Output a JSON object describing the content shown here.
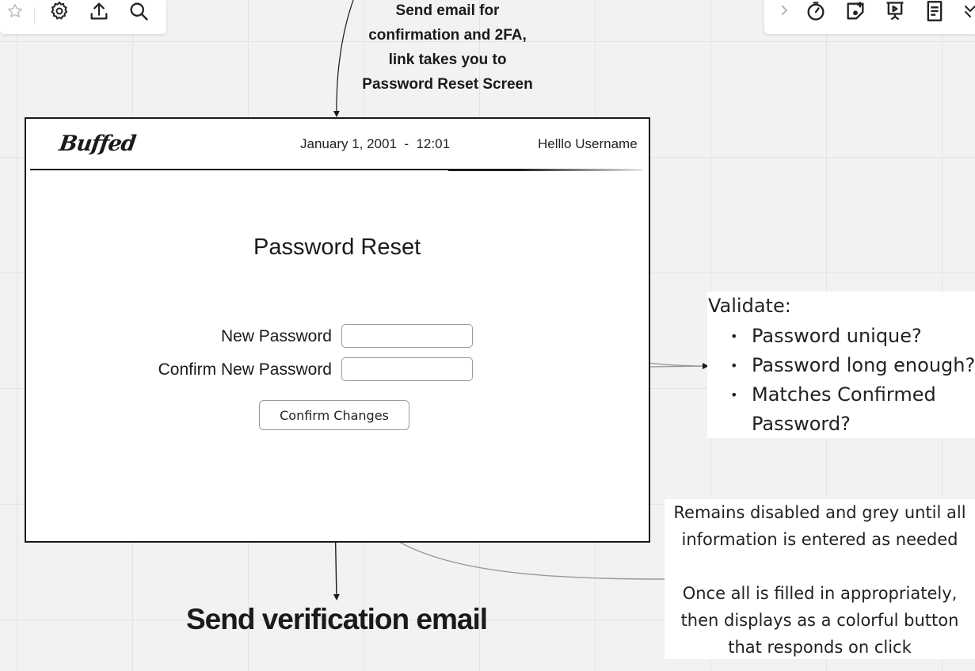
{
  "toolbar_left": {
    "icons": [
      "star-icon",
      "settings-gear-icon",
      "upload-share-icon",
      "search-icon"
    ]
  },
  "toolbar_right": {
    "icons": [
      "chevron-right-icon",
      "timer-icon",
      "card-icon",
      "presentation-icon",
      "notes-icon",
      "more-icon"
    ]
  },
  "annotations": {
    "top_note": [
      "Send email for",
      "confirmation and 2FA,",
      "link takes you to",
      "Password Reset Screen"
    ],
    "validate_title": "Validate:",
    "validate_items": [
      "Password unique?",
      "Password long enough?",
      "Matches Confirmed Password?"
    ],
    "disabled_note": [
      "Remains disabled and grey until all",
      "information is entered as needed",
      "",
      "Once all is filled in appropriately,",
      "then displays as a colorful button",
      "that responds on click"
    ],
    "send_email": "Send verification email"
  },
  "mockup": {
    "logo": "Buffed",
    "datetime": "January 1, 2001  -  12:01",
    "greeting": "Helllo Username",
    "title": "Password Reset",
    "new_password_label": "New Password",
    "confirm_password_label": "Confirm New Password",
    "new_password_value": "",
    "confirm_password_value": "",
    "confirm_button": "Confirm Changes"
  }
}
